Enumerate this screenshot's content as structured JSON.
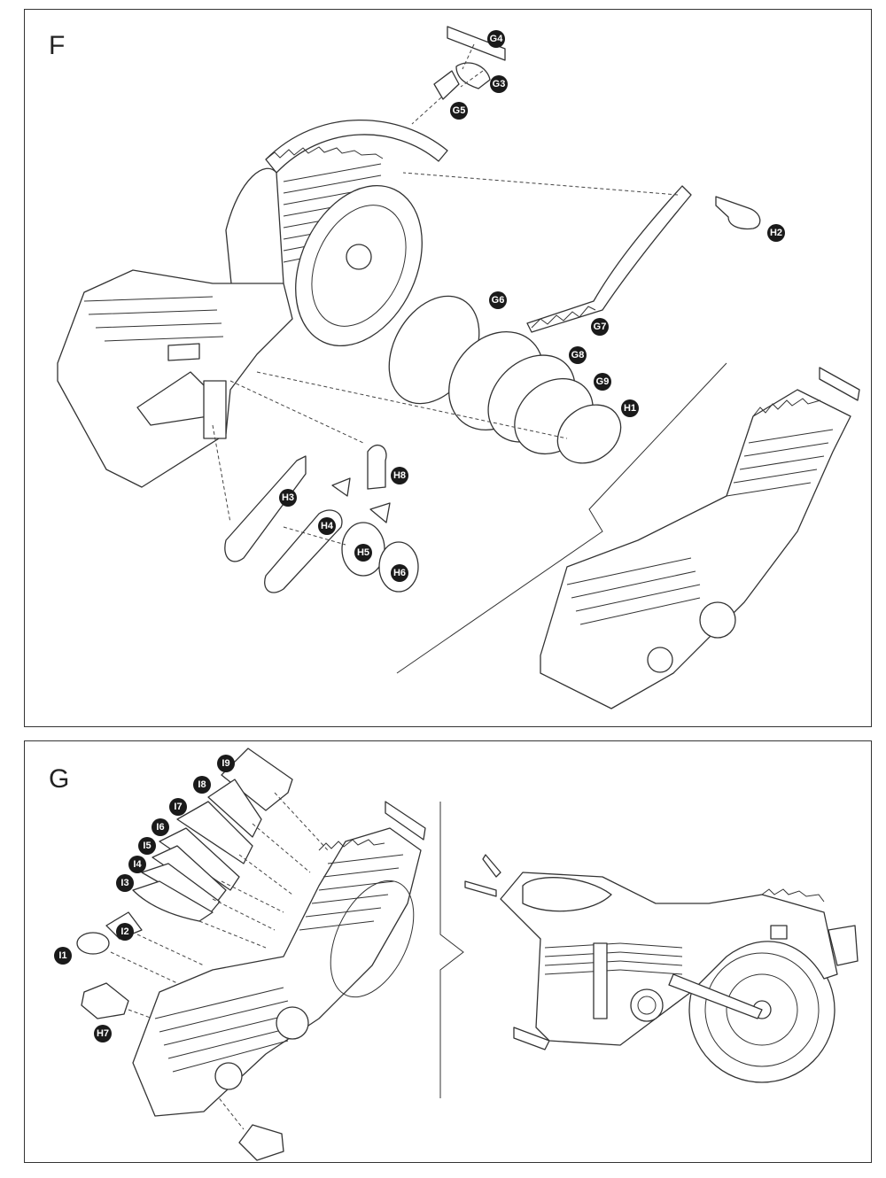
{
  "panels": {
    "top": {
      "letter": "F"
    },
    "bottom": {
      "letter": "G"
    }
  },
  "parts_f": [
    "G4",
    "G3",
    "G5",
    "H2",
    "G6",
    "G7",
    "G8",
    "G9",
    "H1",
    "H8",
    "H3",
    "H4",
    "H5",
    "H6"
  ],
  "parts_g": [
    "I9",
    "I8",
    "I7",
    "I6",
    "I5",
    "I4",
    "I3",
    "I2",
    "I1",
    "H7"
  ],
  "colors": {
    "line": "#333333",
    "badge": "#1a1a1a",
    "background": "#ffffff"
  }
}
